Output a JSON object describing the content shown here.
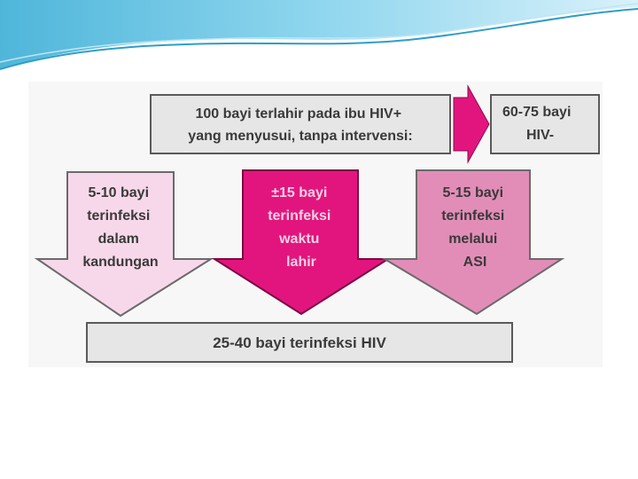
{
  "diagram": {
    "top_box": {
      "lines": [
        "100 bayi terlahir pada ibu HIV+",
        "yang menyusui, tanpa intervensi:"
      ]
    },
    "right_box": {
      "lines": [
        "60-75 bayi",
        "HIV-"
      ]
    },
    "arrows": [
      {
        "lines": [
          "5-10 bayi",
          "terinfeksi",
          "dalam",
          "kandungan"
        ],
        "color": "#f7d8ea"
      },
      {
        "lines": [
          "±15 bayi",
          "terinfeksi",
          "waktu",
          "lahir"
        ],
        "color": "#e2157e"
      },
      {
        "lines": [
          "5-15 bayi",
          "terinfeksi",
          "melalui",
          "ASI"
        ],
        "color": "#e28db8"
      }
    ],
    "bottom_box": {
      "text": "25-40 bayi terinfeksi HIV"
    },
    "colors": {
      "box_fill": "#e6e6e6",
      "box_border": "#5a5a5a",
      "pointer_arrow": "#e2157e",
      "header_wave": "#6cc3e0"
    }
  }
}
